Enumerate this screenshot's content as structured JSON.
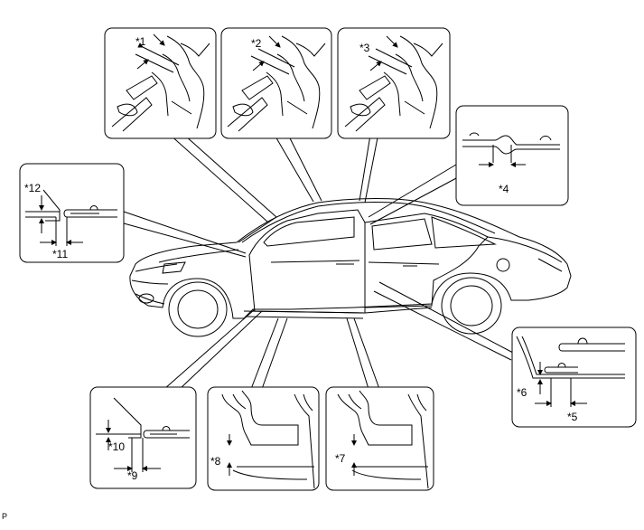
{
  "callouts": [
    "*1",
    "*2",
    "*3",
    "*4",
    "*5",
    "*6",
    "*7",
    "*8",
    "*9",
    "*10",
    "*11",
    "*12"
  ],
  "corner_mark": "P"
}
